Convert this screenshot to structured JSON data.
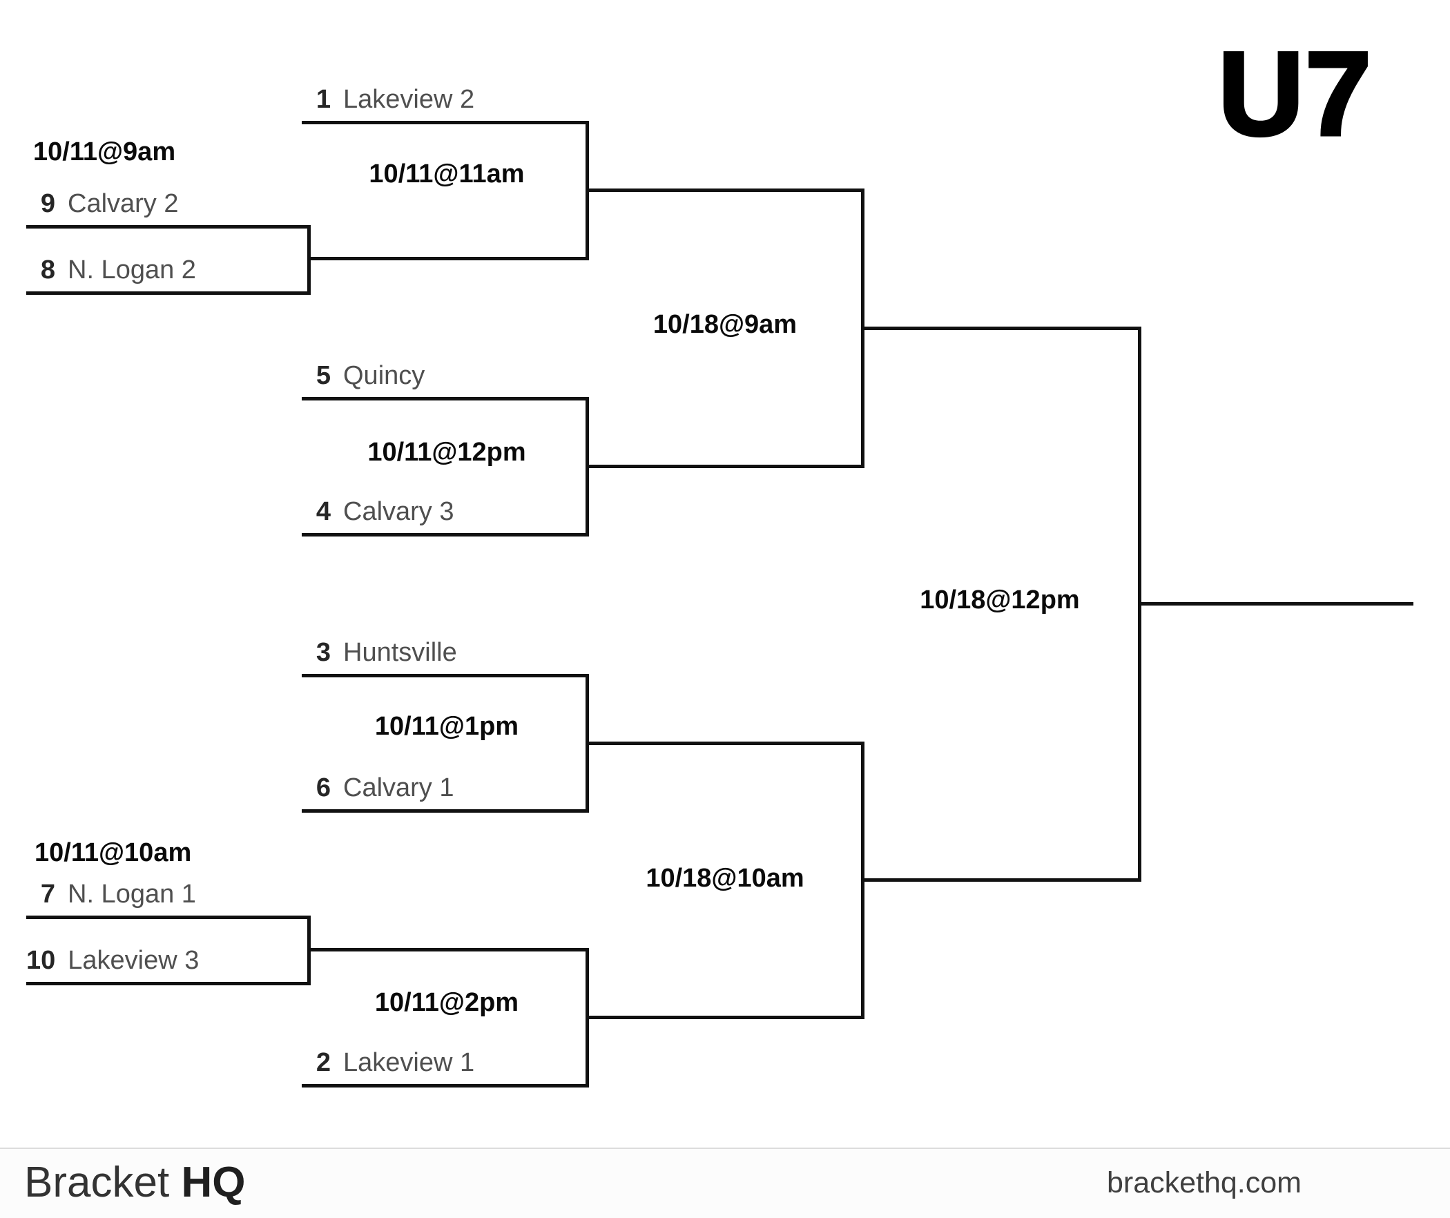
{
  "header": {
    "division_title": "U7"
  },
  "playin1": {
    "time": "10/11@9am",
    "top_seed": "9",
    "top_name": "Calvary 2",
    "bottom_seed": "8",
    "bottom_name": "N. Logan 2"
  },
  "playin2": {
    "time": "10/11@10am",
    "top_seed": "7",
    "top_name": "N. Logan 1",
    "bottom_seed": "10",
    "bottom_name": "Lakeview 3"
  },
  "round1": {
    "match1": {
      "time": "10/11@11am",
      "top_seed": "1",
      "top_name": "Lakeview 2"
    },
    "match2": {
      "time": "10/11@12pm",
      "top_seed": "5",
      "top_name": "Quincy",
      "bottom_seed": "4",
      "bottom_name": "Calvary 3"
    },
    "match3": {
      "time": "10/11@1pm",
      "top_seed": "3",
      "top_name": "Huntsville",
      "bottom_seed": "6",
      "bottom_name": "Calvary 1"
    },
    "match4": {
      "time": "10/11@2pm",
      "bottom_seed": "2",
      "bottom_name": "Lakeview 1"
    }
  },
  "semifinals": {
    "match1": {
      "time": "10/18@9am"
    },
    "match2": {
      "time": "10/18@10am"
    }
  },
  "final": {
    "time": "10/18@12pm"
  },
  "footer": {
    "brand_regular": "Bracket",
    "brand_bold": "HQ",
    "website": "brackethq.com",
    "line_color": "#111111",
    "divider_color": "#dcdcdc"
  }
}
